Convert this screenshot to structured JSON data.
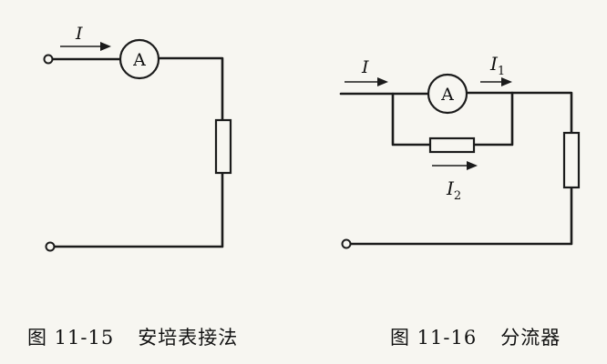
{
  "figure_left": {
    "current_label": "I",
    "meter_label": "A",
    "caption_number": "图 11-15",
    "caption_text": "安培表接法"
  },
  "figure_right": {
    "total_current_label": "I",
    "branch1_label": "I",
    "branch1_subscript": "1",
    "branch2_label": "I",
    "branch2_subscript": "2",
    "meter_label": "A",
    "caption_number": "图 11-16",
    "caption_text": "分流器"
  }
}
